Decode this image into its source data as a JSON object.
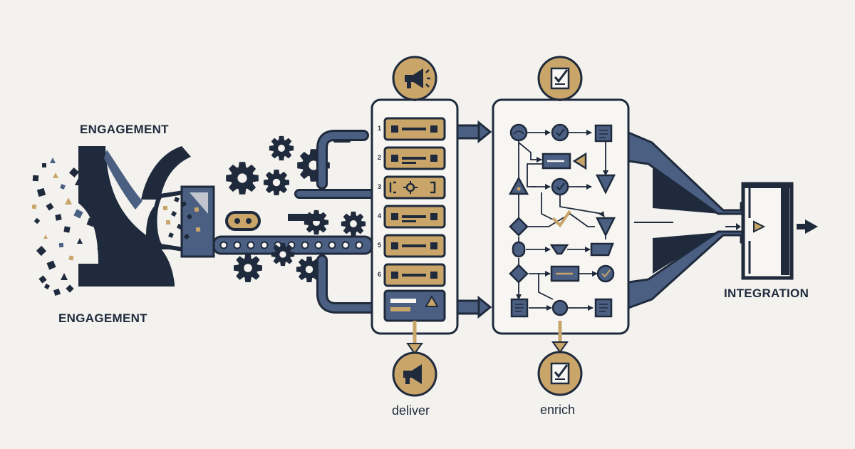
{
  "labels": {
    "engagement_top": "ENGAGEMENT",
    "engagement_bottom": "ENGAGEMENT",
    "integration": "INTEGRATION",
    "deliver": "deliver",
    "enrich": "enrich"
  },
  "stage_numbers": [
    "1",
    "2",
    "3",
    "4",
    "5",
    "6"
  ],
  "icons": {
    "deliver_top": "megaphone-icon",
    "deliver_bottom": "megaphone-icon",
    "enrich_top": "checklist-icon",
    "enrich_bottom": "checklist-icon",
    "gear": "gear-icon",
    "output": "arrow-right-icon"
  },
  "colors": {
    "navy": "#1f2a3c",
    "slate": "#4a5f82",
    "gold": "#c9a56a",
    "panel": "#f7f6f2",
    "background": "#f3f2ee"
  }
}
